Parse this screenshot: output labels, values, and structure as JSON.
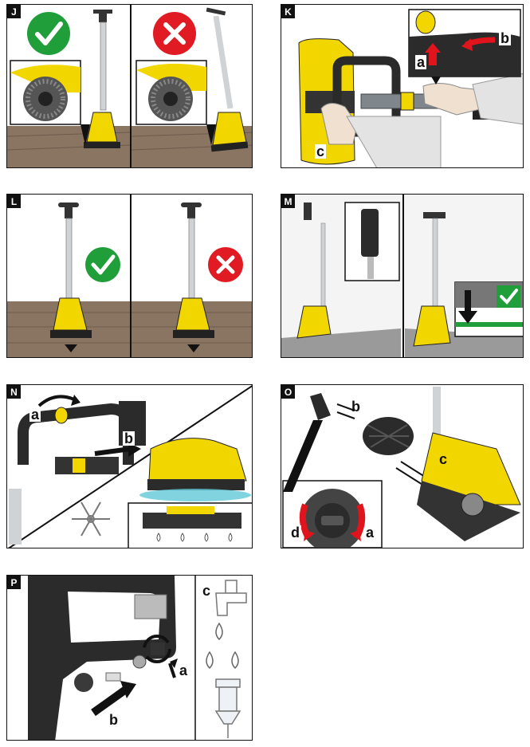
{
  "panels": {
    "J": {
      "tag": "J"
    },
    "K": {
      "tag": "K",
      "labels": {
        "a": "a",
        "b": "b",
        "c": "c"
      }
    },
    "L": {
      "tag": "L"
    },
    "M": {
      "tag": "M"
    },
    "N": {
      "tag": "N",
      "labels": {
        "a": "a",
        "b": "b"
      }
    },
    "O": {
      "tag": "O",
      "labels": {
        "a": "a",
        "b": "b",
        "c": "c",
        "d": "d"
      }
    },
    "P": {
      "tag": "P",
      "labels": {
        "a": "a",
        "b": "b",
        "c": "c"
      }
    }
  },
  "colors": {
    "yellow": "#f2d600",
    "check_green": "#1f9e3a",
    "cross_red": "#e01b24",
    "floor_brown": "#8a7563",
    "arrow_red": "#e0141c",
    "water_blue": "#63c8d8"
  },
  "icons": [
    "check-icon",
    "cross-icon",
    "snowflake-icon",
    "water-drop-icon",
    "faucet-icon",
    "down-arrow-icon"
  ]
}
